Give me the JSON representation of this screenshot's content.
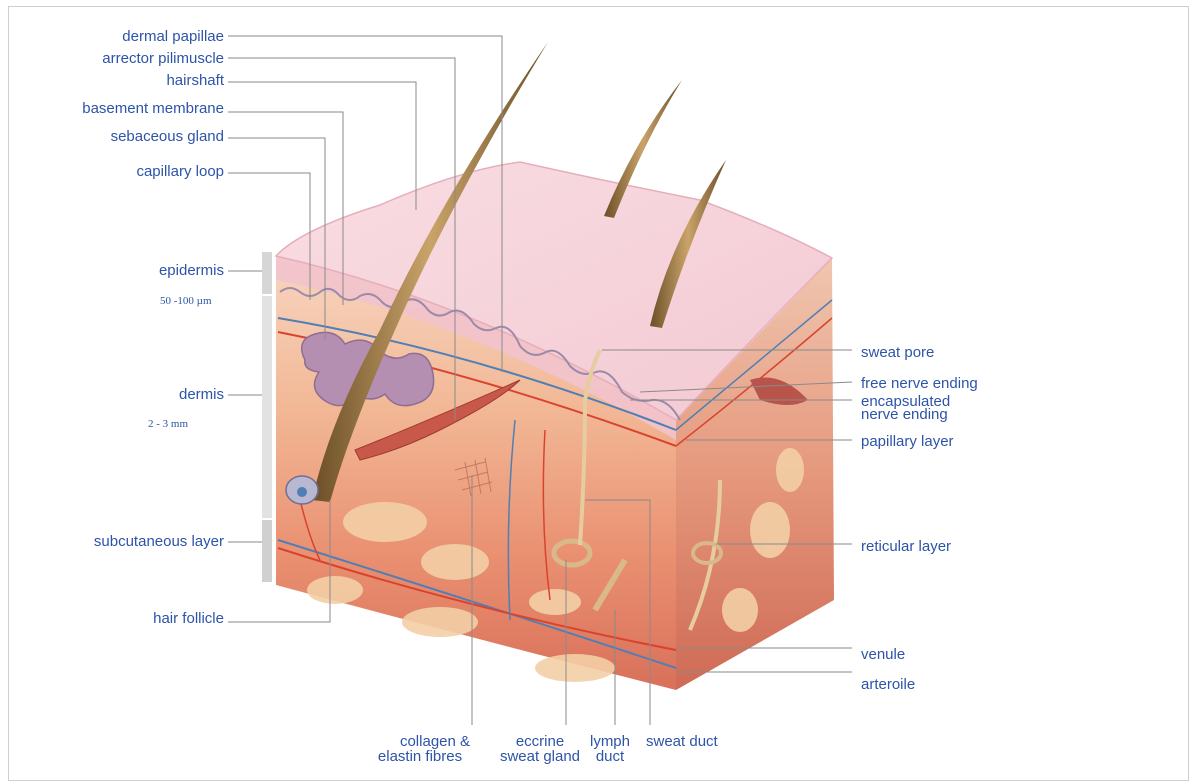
{
  "labels": {
    "dermal_papillae": "dermal papillae",
    "arrector_pilimuscle": "arrector pilimuscle",
    "hairshaft": "hairshaft",
    "basement_membrane": "basement membrane",
    "sebaceous_gland": "sebaceous gland",
    "capillary_loop": "capillary loop",
    "epidermis": "epidermis",
    "epidermis_thickness": "50 -100 µm",
    "dermis": "dermis",
    "dermis_thickness": "2 - 3 mm",
    "subcutaneous_layer": "subcutaneous layer",
    "hair_follicle": "hair follicle",
    "sweat_pore": "sweat pore",
    "free_nerve_ending": "free nerve ending",
    "encapsulated_line1": "encapsulated",
    "encapsulated_line2": "nerve ending",
    "papillary_layer": "papillary layer",
    "reticular_layer": "reticular layer",
    "venule": "venule",
    "arteroile": "arteroile",
    "collagen_line1": "collagen &",
    "collagen_line2": "elastin fibres",
    "eccrine_line1": "eccrine",
    "eccrine_line2": "sweat gland",
    "lymph_line1": "lymph",
    "lymph_line2": "duct",
    "sweat_duct": "sweat duct"
  },
  "colors": {
    "label_blue": "#2d54a8",
    "leader_gray": "#8a8a8a",
    "epidermis_pink": "#f6d4da",
    "dermis_top": "#f5c9a8",
    "dermis_bottom": "#e08a6e",
    "subcutis": "#d9705a",
    "fat": "#f0c49a",
    "hair": "#8a6a3a",
    "vein_blue": "#4f7fb5",
    "artery_red": "#d9432e"
  }
}
